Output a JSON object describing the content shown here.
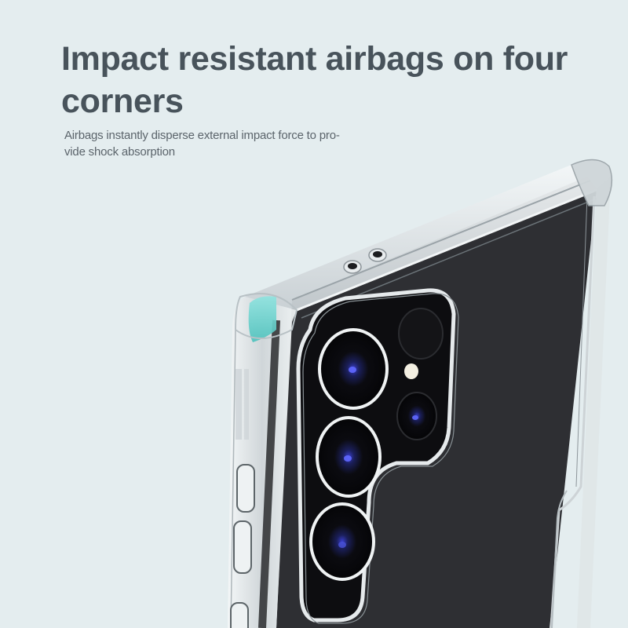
{
  "headline": {
    "line1": "Impact resistant airbags on four",
    "line2": "corners"
  },
  "subtext": {
    "line1": "Airbags instantly disperse external impact force to pro-",
    "line2": "vide shock absorption"
  },
  "product": {
    "description": "Clear protective phone case on dark phone, camera corner view",
    "accent_color": "#6fd3cf",
    "background_color": "#e4edef",
    "phone_body_color": "#2e2f33",
    "headline_color": "#48535b"
  }
}
